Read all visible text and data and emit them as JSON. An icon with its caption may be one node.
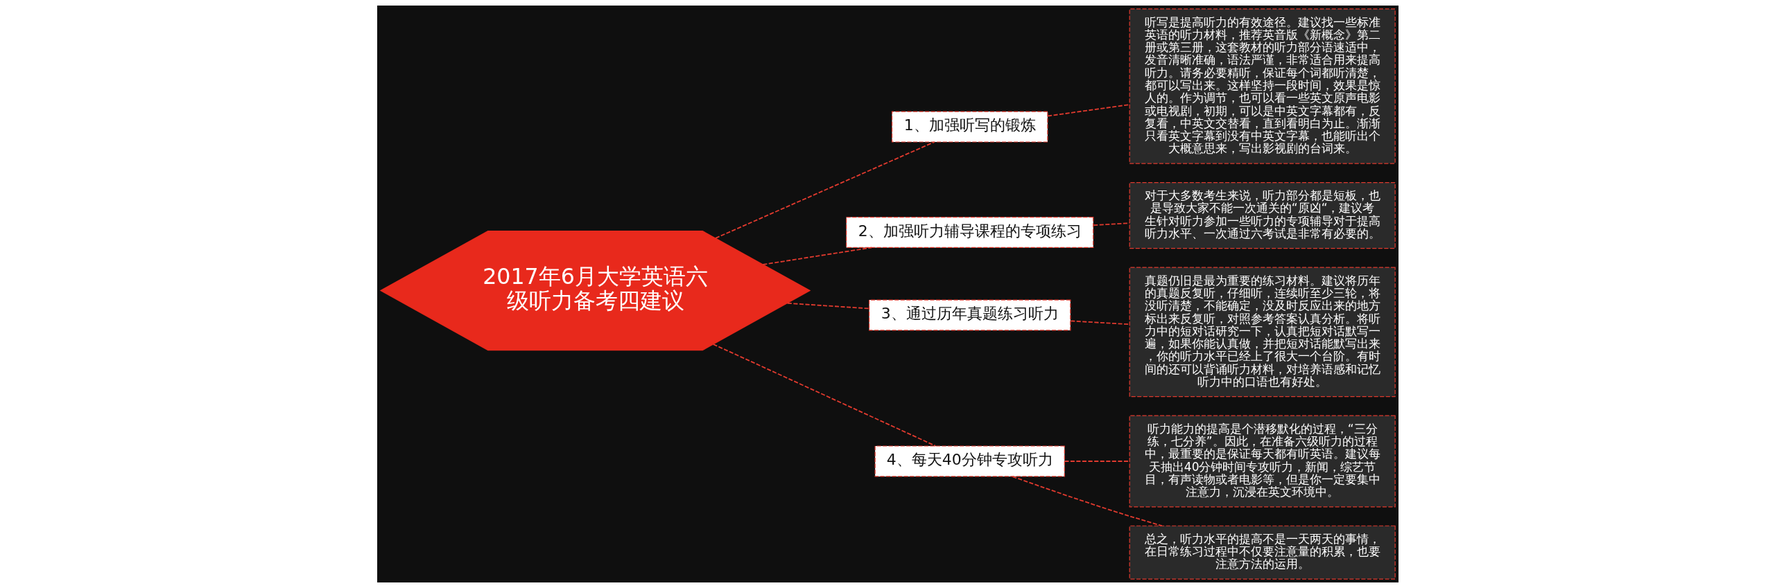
{
  "diagram": {
    "nodes": [
      {
        "text": [
          "2017年6月大学英语六级听力备考四建议"
        ]
      },
      {
        "text": [
          "1、加强听写的锻炼"
        ]
      },
      {
        "text": [
          "听写是提高听力的有效途径。建议找一些标准英语的听力材料，推荐英音版《新概念》第二册或第三册，这套教材的听力部分语速适中，发音清晰准确，语法严谨，非常适合用来提高听力。请务必要精听，保证每个词都听清楚，都可以写出来。这样坚持一段时间，效果是惊人的。作为调节，也可以看一些英文原声电影或电视剧，初期，可以是中英文字幕都有，反复看，中英文交替看，直到看明白为止。渐渐只看英文字幕到没有中英文字幕，也能听出个大概意思来，写出影视剧的台词来。"
        ]
      },
      {
        "text": [
          "2、加强听力辅导课程的专项练习"
        ]
      },
      {
        "text": [
          "对于大多数考生来说，听力部分都是短板，也是导致大家不能一次通关的“原凶“，建议考生针对听力参加一些听力的专项辅导对于提高听力水平、一次通过六考试是非常有必要的。"
        ]
      },
      {
        "text": [
          "3、通过历年真题练习听力"
        ]
      },
      {
        "text": [
          "真题仍旧是最为重要的练习材料。建议将历年的真题反复听，仔细听，连续听至少三轮，将没听清楚，不能确定，没及时反应出来的地方标出来反复听，对照参考答案认真分析。将听力中的短对话研究一下，认真把短对话默写一遍，如果你能认真做，并把短对话能默写出来，你的听力水平已经上了很大一个台阶。有时间的还可以背诵听力材料，对培养语感和记忆听力中的口语也有好处。"
        ]
      },
      {
        "text": [
          "4、每天40分钟专攻听力"
        ]
      },
      {
        "text": [
          "听力能力的提高是个潜移默化的过程，“三分练，七分养”。因此，在准备六级听力的过程中，最重要的是保证每天都有听英语。建议每天抽出40分钟时间专攻听力，新闻，综艺节目，有声读物或者电影等，但是你一定要集中注意力，沉浸在英文环境中。"
        ]
      },
      {
        "text": [
          "总之，听力水平的提高不是一天两天的事情，在日常练习过程中不仅要注意量的积累，也要注意方法的运用。"
        ]
      }
    ],
    "edges": [
      {
        "from": 0,
        "to": 1,
        "arrow": "none",
        "style": "dashed"
      },
      {
        "from": 1,
        "to": 2,
        "arrow": "none",
        "style": "dashed"
      },
      {
        "from": 0,
        "to": 3,
        "arrow": "none",
        "style": "dashed"
      },
      {
        "from": 3,
        "to": 4,
        "arrow": "none",
        "style": "dashed"
      },
      {
        "from": 0,
        "to": 5,
        "arrow": "none",
        "style": "dashed"
      },
      {
        "from": 5,
        "to": 6,
        "arrow": "none",
        "style": "dashed"
      },
      {
        "from": 0,
        "to": 7,
        "arrow": "none",
        "style": "dashed"
      },
      {
        "from": 7,
        "to": 8,
        "arrow": "none",
        "style": "dashed"
      },
      {
        "from": 7,
        "to": 9,
        "arrow": "none",
        "style": "dashed"
      }
    ]
  }
}
